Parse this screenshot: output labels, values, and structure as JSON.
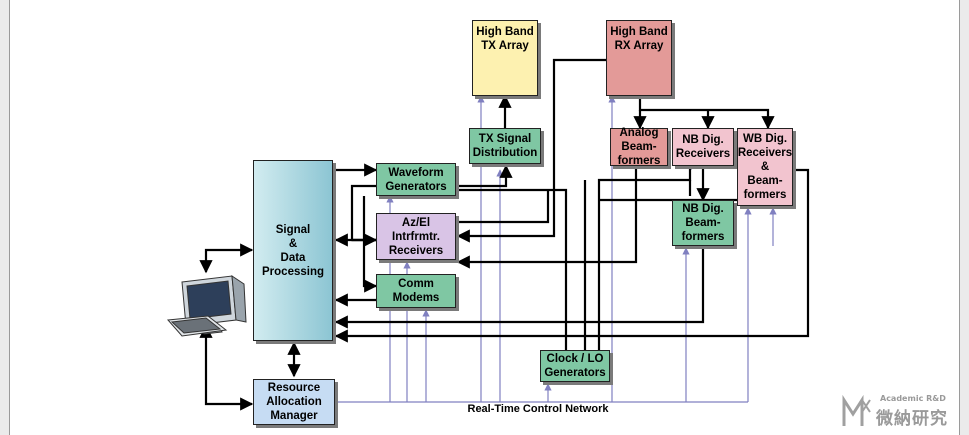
{
  "colors": {
    "line": "#000000",
    "control_line": "#8080c0",
    "module_green": "#7fc7a3",
    "module_lavender": "#d9c4e6",
    "module_pink": "#f2c4cf",
    "module_salmon": "#e39a98",
    "tx_array": "#fdf1b0",
    "resource_manager": "#c6dcf3",
    "signal_processing": "#8cc5d3"
  },
  "blocks": {
    "tx_array": "High Band\nTX Array",
    "rx_array": "High Band\nRX Array",
    "tx_dist": "TX Signal\nDistribution",
    "analog_bf": "Analog\nBeam-\nformers",
    "nb_receivers": "NB Dig.\nReceivers",
    "wb_receivers": "WB Dig.\nReceivers\n&\nBeam-\nformers",
    "nb_bf": "NB Dig.\nBeam-\nformers",
    "waveform": "Waveform\nGenerators",
    "azel": "Az/El\nIntrfrmtr.\nReceivers",
    "comm": "Comm\nModems",
    "signal_processing": "Signal\n&\nData\nProcessing",
    "clock": "Clock / LO\nGenerators",
    "resource_mgr": "Resource\nAllocation\nManager"
  },
  "network_label": "Real-Time Control Network",
  "icons": {
    "tx_array": "diamond-antenna-grid-icon",
    "rx_array": "square-antenna-grid-icon",
    "computer": "computer-workstation-icon"
  },
  "watermark": {
    "top": "Academic R&D",
    "bottom": "微納研究"
  }
}
